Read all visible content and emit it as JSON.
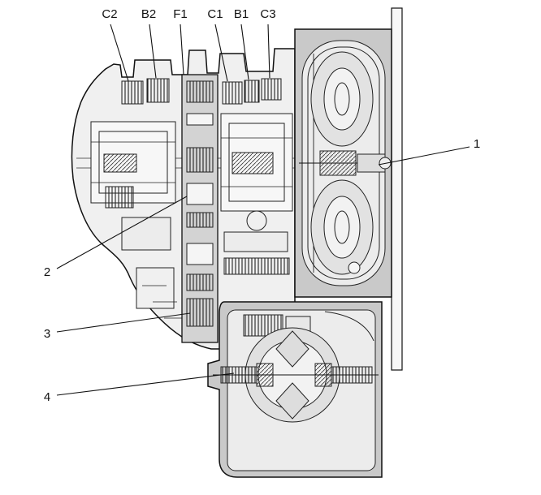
{
  "figure": {
    "top_labels": [
      {
        "text": "C2"
      },
      {
        "text": "B2"
      },
      {
        "text": "F1"
      },
      {
        "text": "C1"
      },
      {
        "text": "B1"
      },
      {
        "text": "C3"
      }
    ],
    "callouts": [
      {
        "text": "1"
      },
      {
        "text": "2"
      },
      {
        "text": "3"
      },
      {
        "text": "4"
      }
    ]
  }
}
